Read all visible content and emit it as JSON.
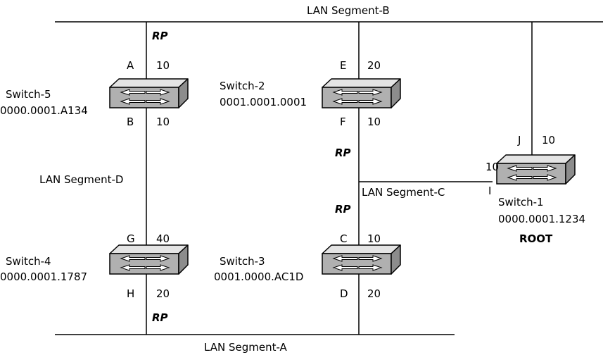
{
  "segments": {
    "a": "LAN Segment-A",
    "b": "LAN Segment-B",
    "c": "LAN Segment-C",
    "d": "LAN Segment-D"
  },
  "switches": {
    "s5": {
      "name": "Switch-5",
      "id": "0000.0001.A134"
    },
    "s2": {
      "name": "Switch-2",
      "id": "0001.0001.0001"
    },
    "s1": {
      "name": "Switch-1",
      "id": "0000.0001.1234",
      "role": "ROOT"
    },
    "s4": {
      "name": "Switch-4",
      "id": "0000.0001.1787"
    },
    "s3": {
      "name": "Switch-3",
      "id": "0001.0000.AC1D"
    }
  },
  "ports": {
    "A": {
      "label": "A",
      "cost": "10"
    },
    "B": {
      "label": "B",
      "cost": "10"
    },
    "E": {
      "label": "E",
      "cost": "20"
    },
    "F": {
      "label": "F",
      "cost": "10"
    },
    "J": {
      "label": "J",
      "cost": "10"
    },
    "I": {
      "label": "I",
      "cost": "10"
    },
    "G": {
      "label": "G",
      "cost": "40"
    },
    "H": {
      "label": "H",
      "cost": "20"
    },
    "C": {
      "label": "C",
      "cost": "10"
    },
    "D": {
      "label": "D",
      "cost": "20"
    }
  },
  "rp_label": "RP"
}
